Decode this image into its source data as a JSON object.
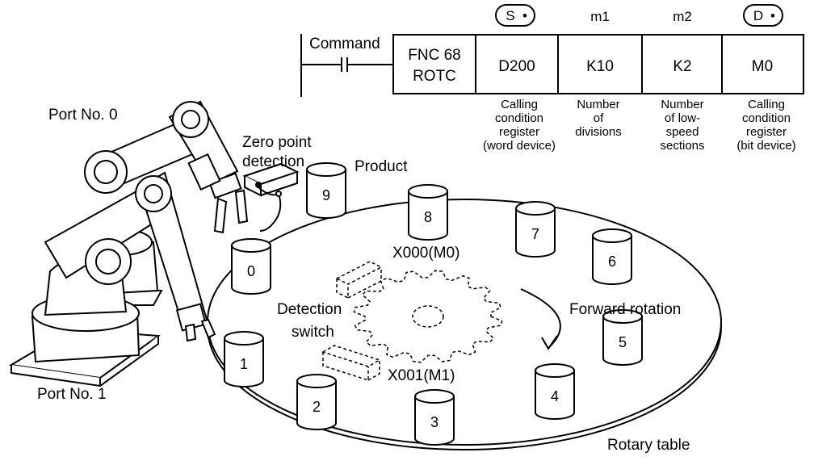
{
  "instruction": {
    "contact_label": "Command",
    "fnc_line1": "FNC 68",
    "fnc_line2": "ROTC",
    "headers": [
      "S",
      "m1",
      "m2",
      "D"
    ],
    "operands": [
      "D200",
      "K10",
      "K2",
      "M0"
    ],
    "descriptions": [
      [
        "Calling",
        "condition",
        "register",
        "(word device)"
      ],
      [
        "Number",
        "of",
        "divisions"
      ],
      [
        "Number",
        "of low-",
        "speed",
        "sections"
      ],
      [
        "Calling",
        "condition",
        "register",
        "(bit device)"
      ]
    ]
  },
  "labels": {
    "port0": "Port No. 0",
    "port1": "Port No. 1",
    "zero_point_1": "Zero point",
    "zero_point_2": "detection",
    "product": "Product",
    "x000": "X000(M0)",
    "x001": "X001(M1)",
    "detection_1": "Detection",
    "detection_2": "switch",
    "forward_rotation": "Forward rotation",
    "rotary_table": "Rotary table"
  },
  "products": [
    "0",
    "1",
    "2",
    "3",
    "4",
    "5",
    "6",
    "7",
    "8",
    "9"
  ]
}
